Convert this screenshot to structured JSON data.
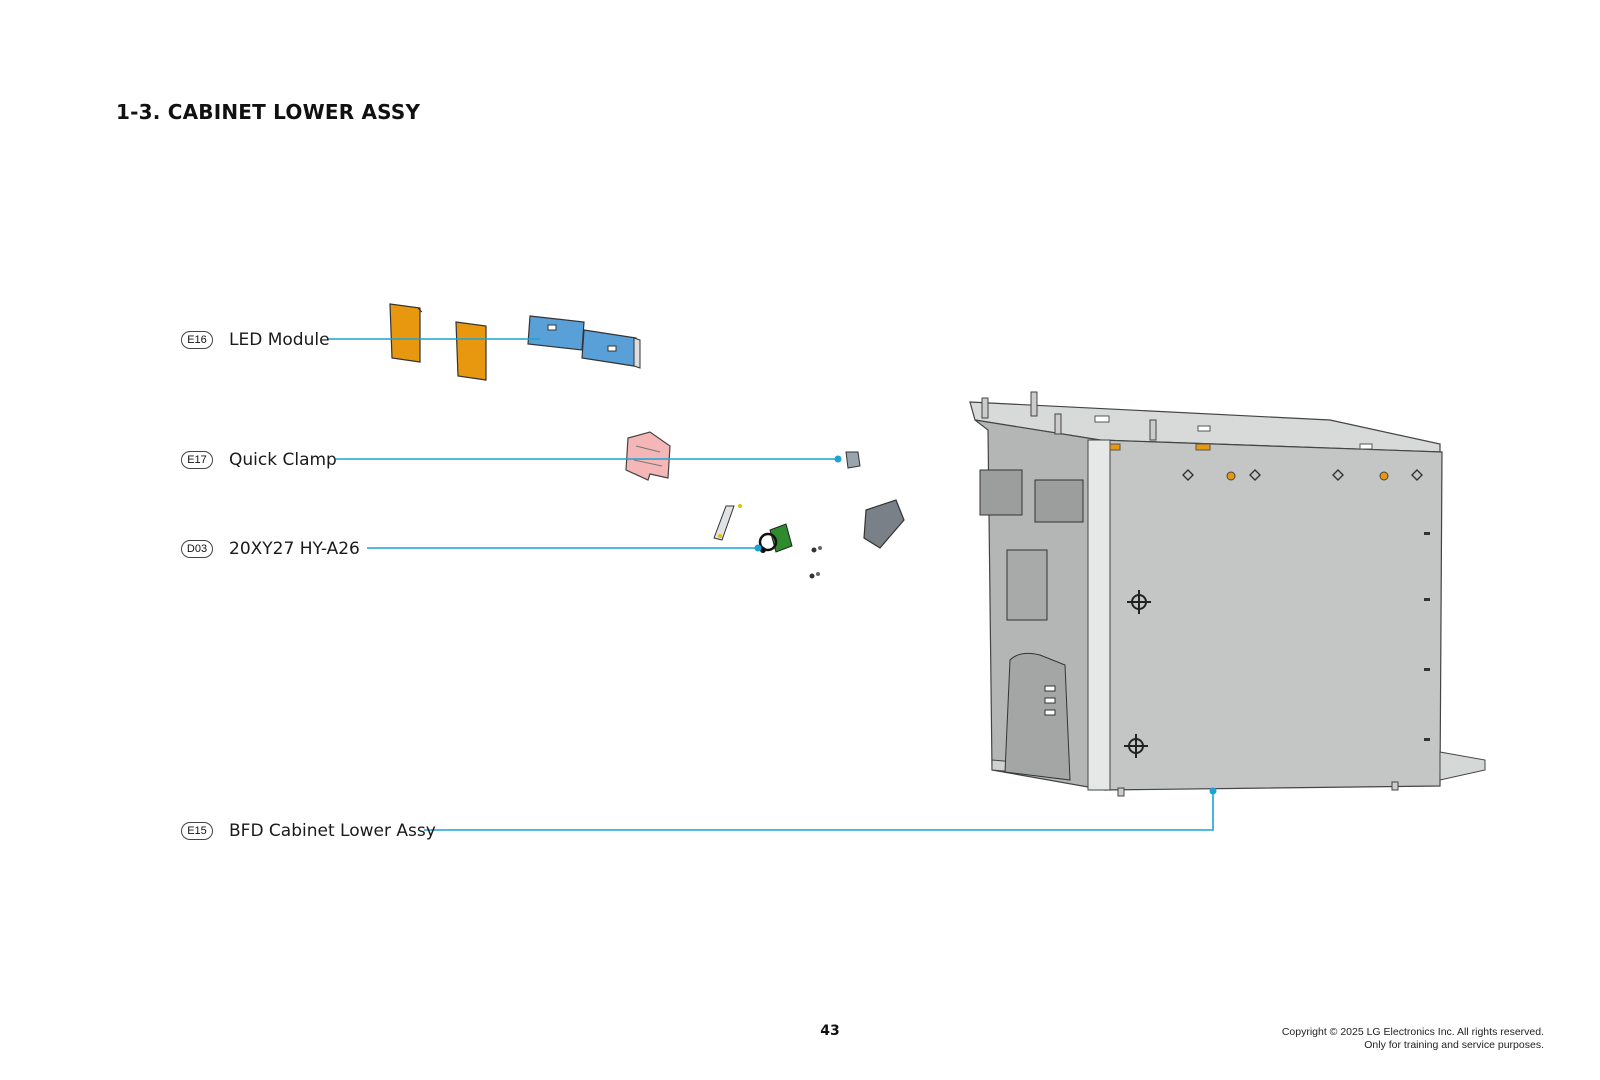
{
  "section_title": "1-3. CABINET LOWER ASSY",
  "parts": [
    {
      "code": "E16",
      "name": "LED Module"
    },
    {
      "code": "E17",
      "name": "Quick Clamp"
    },
    {
      "code": "D03",
      "name": "20XY27 HY-A26"
    },
    {
      "code": "E15",
      "name": "BFD Cabinet Lower Assy"
    }
  ],
  "page_number": "43",
  "copyright": {
    "line1": "Copyright © 2025 LG Electronics Inc. All rights reserved.",
    "line2": "Only for training and service purposes."
  },
  "colors": {
    "leader_line": "#1aa3d4",
    "led_board": "#e8980f",
    "led_housing": "#5aa0d8",
    "clamp_bracket": "#f4b6b6",
    "pcb_green": "#2e8b2e",
    "cabinet_gray": "#c4c6c6"
  }
}
